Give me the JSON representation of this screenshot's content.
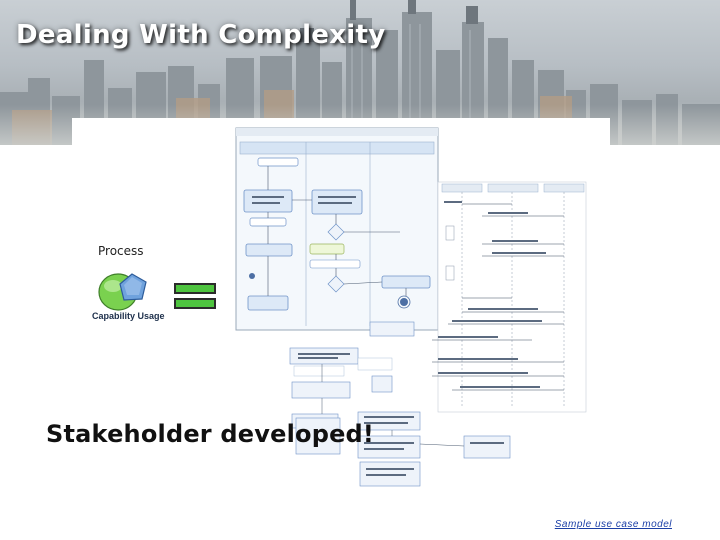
{
  "slide": {
    "title": "Dealing With Complexity",
    "process_label": "Process",
    "capability_label": "Capability Usage",
    "stakeholder_text": "Stakeholder developed!",
    "link_text": "Sample use case model"
  },
  "icons": {
    "capability": "capability-usage-icon",
    "equivalence": "equals-icon"
  },
  "colors": {
    "title_text": "#ffffff",
    "equals_bar": "#4ec43f",
    "link": "#1b3fa6",
    "diagram_swimlane": "#d6e4f4",
    "diagram_node": "#6f93c8"
  }
}
